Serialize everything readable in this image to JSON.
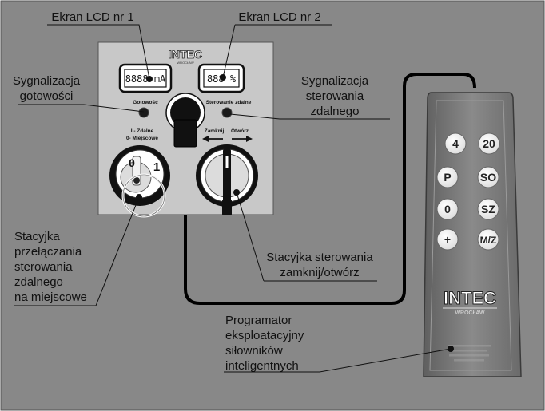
{
  "labels": {
    "lcd1": "Ekran LCD nr 1",
    "lcd2": "Ekran LCD nr 2",
    "ready_l1": "Sygnalizacja",
    "ready_l2": "gotowości",
    "remote_l1": "Sygnalizacja",
    "remote_l2": "sterowania",
    "remote_l3": "zdalnego",
    "switch_l1": "Stacyjka",
    "switch_l2": "przełączania",
    "switch_l3": "sterowania",
    "switch_l4": "zdalnego",
    "switch_l5": "na miejscowe",
    "control_l1": "Stacyjka sterowania",
    "control_l2": "zamknij/otwórz",
    "prog_l1": "Programator",
    "prog_l2": "eksploatacyjny",
    "prog_l3": "siłowników",
    "prog_l4": "inteligentnych"
  },
  "panel": {
    "logo": "INTEC",
    "logo_sub": "WROCŁAW",
    "lcd1_display": "8888 mA",
    "lcd2_display": "888 %",
    "led_ready": "Gotowość",
    "led_remote": "Sterowanie zdalne",
    "mode_l1": "I - Zdalne",
    "mode_l2": "0- Miejscowe",
    "switch_pos_0": "0",
    "switch_pos_1": "1",
    "close_label": "Zamknij",
    "open_label": "Otwórz"
  },
  "remote": {
    "logo": "INTEC",
    "logo_sub": "WROCŁAW",
    "buttons": [
      "4",
      "20",
      "P",
      "SO",
      "0",
      "SZ",
      "+",
      "M/Z"
    ]
  },
  "colors": {
    "background": "#888888",
    "panel": "#c8c8c8",
    "remote_body": "#7a7a7a"
  }
}
